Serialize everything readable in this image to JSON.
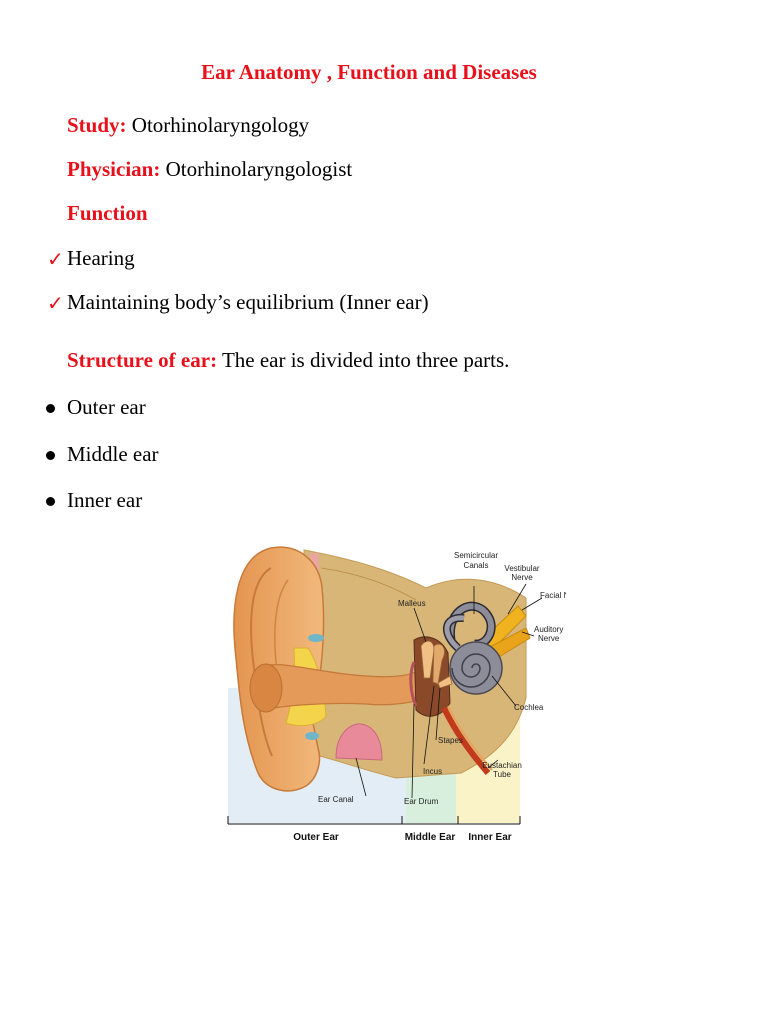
{
  "title": "Ear Anatomy , Function and Diseases",
  "study": {
    "label": "Study:",
    "value": "Otorhinolaryngology"
  },
  "physician": {
    "label": "Physician:",
    "value": "Otorhinolaryngologist"
  },
  "function_heading": "Function",
  "functions": [
    "Hearing",
    "Maintaining body’s equilibrium (Inner ear)"
  ],
  "structure": {
    "label": "Structure of ear:",
    "text": "The ear is divided into three parts."
  },
  "parts": [
    "Outer ear",
    "Middle ear",
    "Inner ear"
  ],
  "check_icon": "✓",
  "colors": {
    "heading_red": "#e8101a",
    "skin": "#e9a35e",
    "bone": "#d9b77a",
    "inner_ear_gray": "#8d8c99"
  },
  "diagram": {
    "labels": {
      "semicircular_canals": [
        "Semicircular",
        "Canals"
      ],
      "vestibular_nerve": [
        "Vestibular",
        "Nerve"
      ],
      "facial_nerve": "Facial Nerve",
      "malleus": "Malleus",
      "auditory_nerve": [
        "Auditory",
        "Nerve"
      ],
      "cochlea": "Cochlea",
      "stapes": "Stapes",
      "eustachian_tube": [
        "Eustachian",
        "Tube"
      ],
      "incus": "Incus",
      "ear_canal": "Ear Canal",
      "ear_drum": "Ear Drum"
    },
    "sections": {
      "outer": "Outer Ear",
      "middle": "Middle Ear",
      "inner": "Inner Ear"
    }
  }
}
